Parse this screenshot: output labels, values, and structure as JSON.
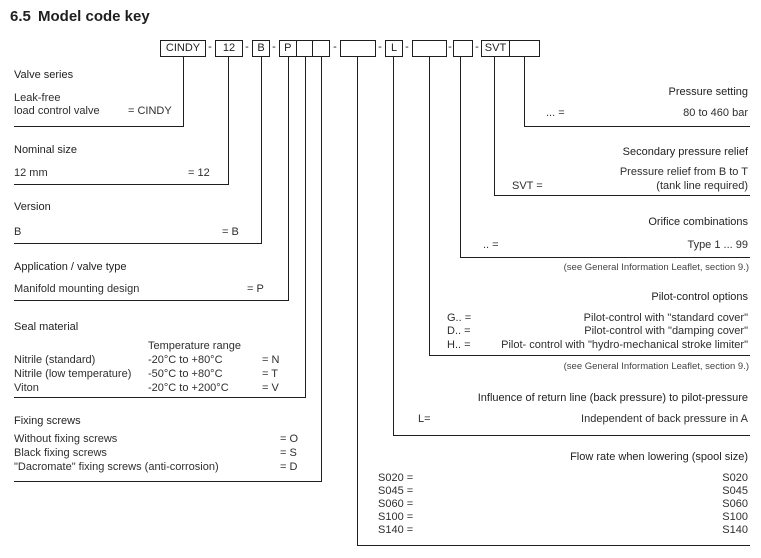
{
  "page": {
    "title_number": "6.5",
    "title": "Model code key"
  },
  "model_code": {
    "separator": "-",
    "segments": [
      {
        "name": "series",
        "cells": [
          "CINDY"
        ]
      },
      {
        "name": "nominal-size",
        "cells": [
          "12"
        ]
      },
      {
        "name": "version",
        "cells": [
          "B"
        ]
      },
      {
        "name": "type-seal-screw",
        "cells": [
          "P",
          "",
          ""
        ]
      },
      {
        "name": "flow-rate",
        "cells": [
          ""
        ]
      },
      {
        "name": "back-pressure",
        "cells": [
          "L"
        ]
      },
      {
        "name": "pilot-control",
        "cells": [
          ""
        ]
      },
      {
        "name": "orifice",
        "cells": [
          ""
        ]
      },
      {
        "name": "pressure",
        "cells": [
          "SVT",
          ""
        ]
      }
    ]
  },
  "left_sections": [
    {
      "heading": "Valve series",
      "rows": [
        {
          "label": "Leak-free",
          "value": ""
        },
        {
          "label": "load control valve",
          "value": "= CINDY"
        }
      ]
    },
    {
      "heading": "Nominal size",
      "rows": [
        {
          "label": "12 mm",
          "value": "= 12"
        }
      ]
    },
    {
      "heading": "Version",
      "rows": [
        {
          "label": "B",
          "value": "= B"
        }
      ]
    },
    {
      "heading": "Application / valve type",
      "rows": [
        {
          "label": "Manifold mounting design",
          "value": "= P"
        }
      ]
    },
    {
      "heading": "Seal material",
      "column_header": "Temperature range",
      "rows": [
        {
          "label": "Nitrile (standard)",
          "mid": "-20°C to +80°C",
          "value": "= N"
        },
        {
          "label": "Nitrile (low temperature)",
          "mid": "-50°C to +80°C",
          "value": "= T"
        },
        {
          "label": "Viton",
          "mid": "-20°C to +200°C",
          "value": "= V"
        }
      ]
    },
    {
      "heading": "Fixing screws",
      "rows": [
        {
          "label": "Without fixing screws",
          "value": "= O"
        },
        {
          "label": "Black fixing screws",
          "value": "= S"
        },
        {
          "label": "\"Dacromate\" fixing screws (anti-corrosion)",
          "value": "= D"
        }
      ]
    }
  ],
  "right_sections": [
    {
      "heading": "Pressure setting",
      "rows": [
        {
          "code": "... =",
          "desc": "80 to 460 bar"
        }
      ]
    },
    {
      "heading": "Secondary pressure relief",
      "rows": [
        {
          "code": "",
          "desc": "Pressure relief from B to T"
        },
        {
          "code": "SVT =",
          "desc": "(tank line required)"
        }
      ]
    },
    {
      "heading": "Orifice combinations",
      "rows": [
        {
          "code": ".. =",
          "desc": "Type 1 ... 99"
        }
      ],
      "note": "(see General Information Leaflet, section 9.)"
    },
    {
      "heading": "Pilot-control options",
      "rows": [
        {
          "code": "G.. =",
          "desc": "Pilot-control with \"standard cover\""
        },
        {
          "code": "D.. =",
          "desc": "Pilot-control with \"damping cover\""
        },
        {
          "code": "H.. =",
          "desc": "Pilot- control with \"hydro-mechanical stroke limiter\""
        }
      ],
      "note": "(see General Information Leaflet, section 9.)"
    },
    {
      "heading": "Influence of return line (back pressure) to pilot-pressure",
      "rows": [
        {
          "code": "L=",
          "desc": "Independent of back pressure in A"
        }
      ]
    },
    {
      "heading": "Flow rate when lowering (spool size)",
      "rows": [
        {
          "code": "S020 =",
          "desc": "S020"
        },
        {
          "code": "S045 =",
          "desc": "S045"
        },
        {
          "code": "S060 =",
          "desc": "S060"
        },
        {
          "code": "S100 =",
          "desc": "S100"
        },
        {
          "code": "S140 =",
          "desc": "S140"
        }
      ]
    }
  ],
  "colors": {
    "text": "#2b2b2b",
    "line": "#1f1f1f",
    "background": "#ffffff"
  }
}
